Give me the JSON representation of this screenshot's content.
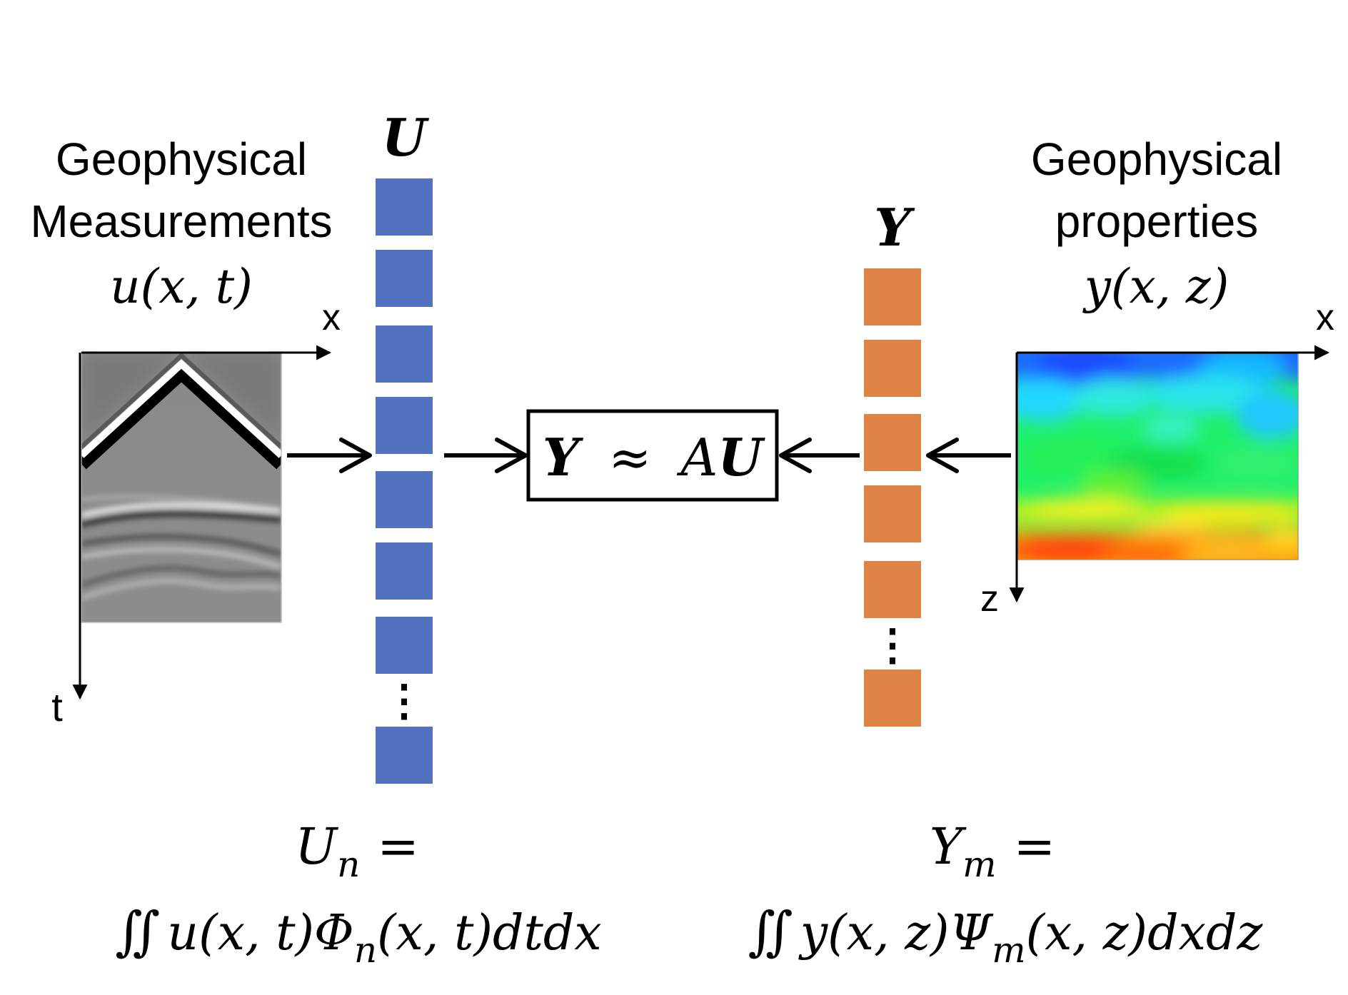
{
  "left_block": {
    "title_line1": "Geophysical",
    "title_line2": "Measurements",
    "function": "u(x, t)",
    "axis_x": "x",
    "axis_t": "t"
  },
  "right_block": {
    "title_line1": "Geophysical",
    "title_line2": "properties",
    "function": "y(x, z)",
    "axis_x": "x",
    "axis_z": "z"
  },
  "vector_u": {
    "label": "U",
    "ellipsis": "⋮",
    "cells_before_ellipsis": 7,
    "cells_after_ellipsis": 1,
    "color": "#5272c0"
  },
  "vector_y": {
    "label": "Y",
    "ellipsis": "⋮",
    "cells_before_ellipsis": 5,
    "cells_after_ellipsis": 1,
    "color": "#de8245"
  },
  "relation": {
    "left": "Y",
    "approx": "≈",
    "a": "A",
    "u": "U"
  },
  "formula_u": {
    "line1_sym": "U",
    "line1_sub": "n",
    "line1_eq": "=",
    "integral": "∬",
    "expr1": "u(x, t)Φ",
    "sub": "n",
    "expr2": "(x, t)dtdx"
  },
  "formula_y": {
    "line1_sym": "Y",
    "line1_sub": "m",
    "line1_eq": "=",
    "integral": "∬",
    "expr1": "y(x, z)Ψ",
    "sub": "m",
    "expr2": "(x, z)dxdz"
  }
}
